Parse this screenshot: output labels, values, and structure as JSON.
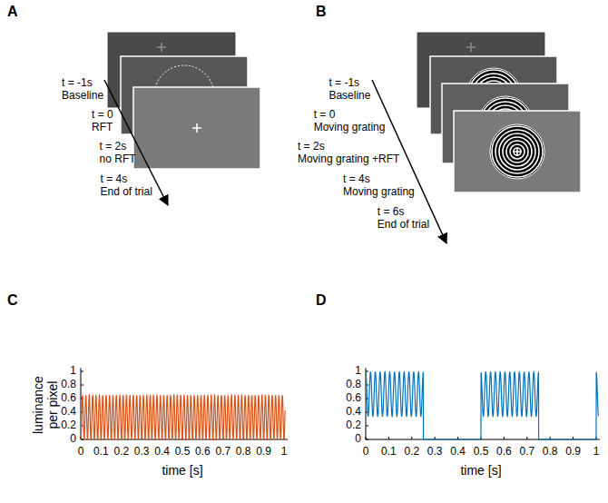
{
  "diagram": {
    "labels": [
      "A",
      "t = -1s",
      "Baseline",
      "t = 0",
      "RFT",
      "t = 2s",
      "no RFT",
      "t = 4s",
      "End of trial",
      "B",
      "t = -1s",
      "Baseline",
      "t = 0",
      "Moving grating",
      "t = 2s",
      "Moving grating +RFT",
      "t = 4s",
      "Moving grating",
      "t = 6s",
      "End of trial",
      "C",
      "luminance per pixel",
      "0",
      "0.2",
      "0.4",
      "0.6",
      "0.8",
      "1",
      "0",
      "0.1",
      "0.2",
      "0.3",
      "0.4",
      "0.5",
      "0.6",
      "0.7",
      "0.8",
      "0.9",
      "1",
      "time [s]",
      "D",
      "0",
      "0.2",
      "0.4",
      "0.6",
      "0.8",
      "1",
      "0",
      "0.1",
      "0.2",
      "0.3",
      "0.4",
      "0.5",
      "0.6",
      "0.7",
      "0.8",
      "0.9",
      "1",
      "time [s]"
    ]
  }
}
